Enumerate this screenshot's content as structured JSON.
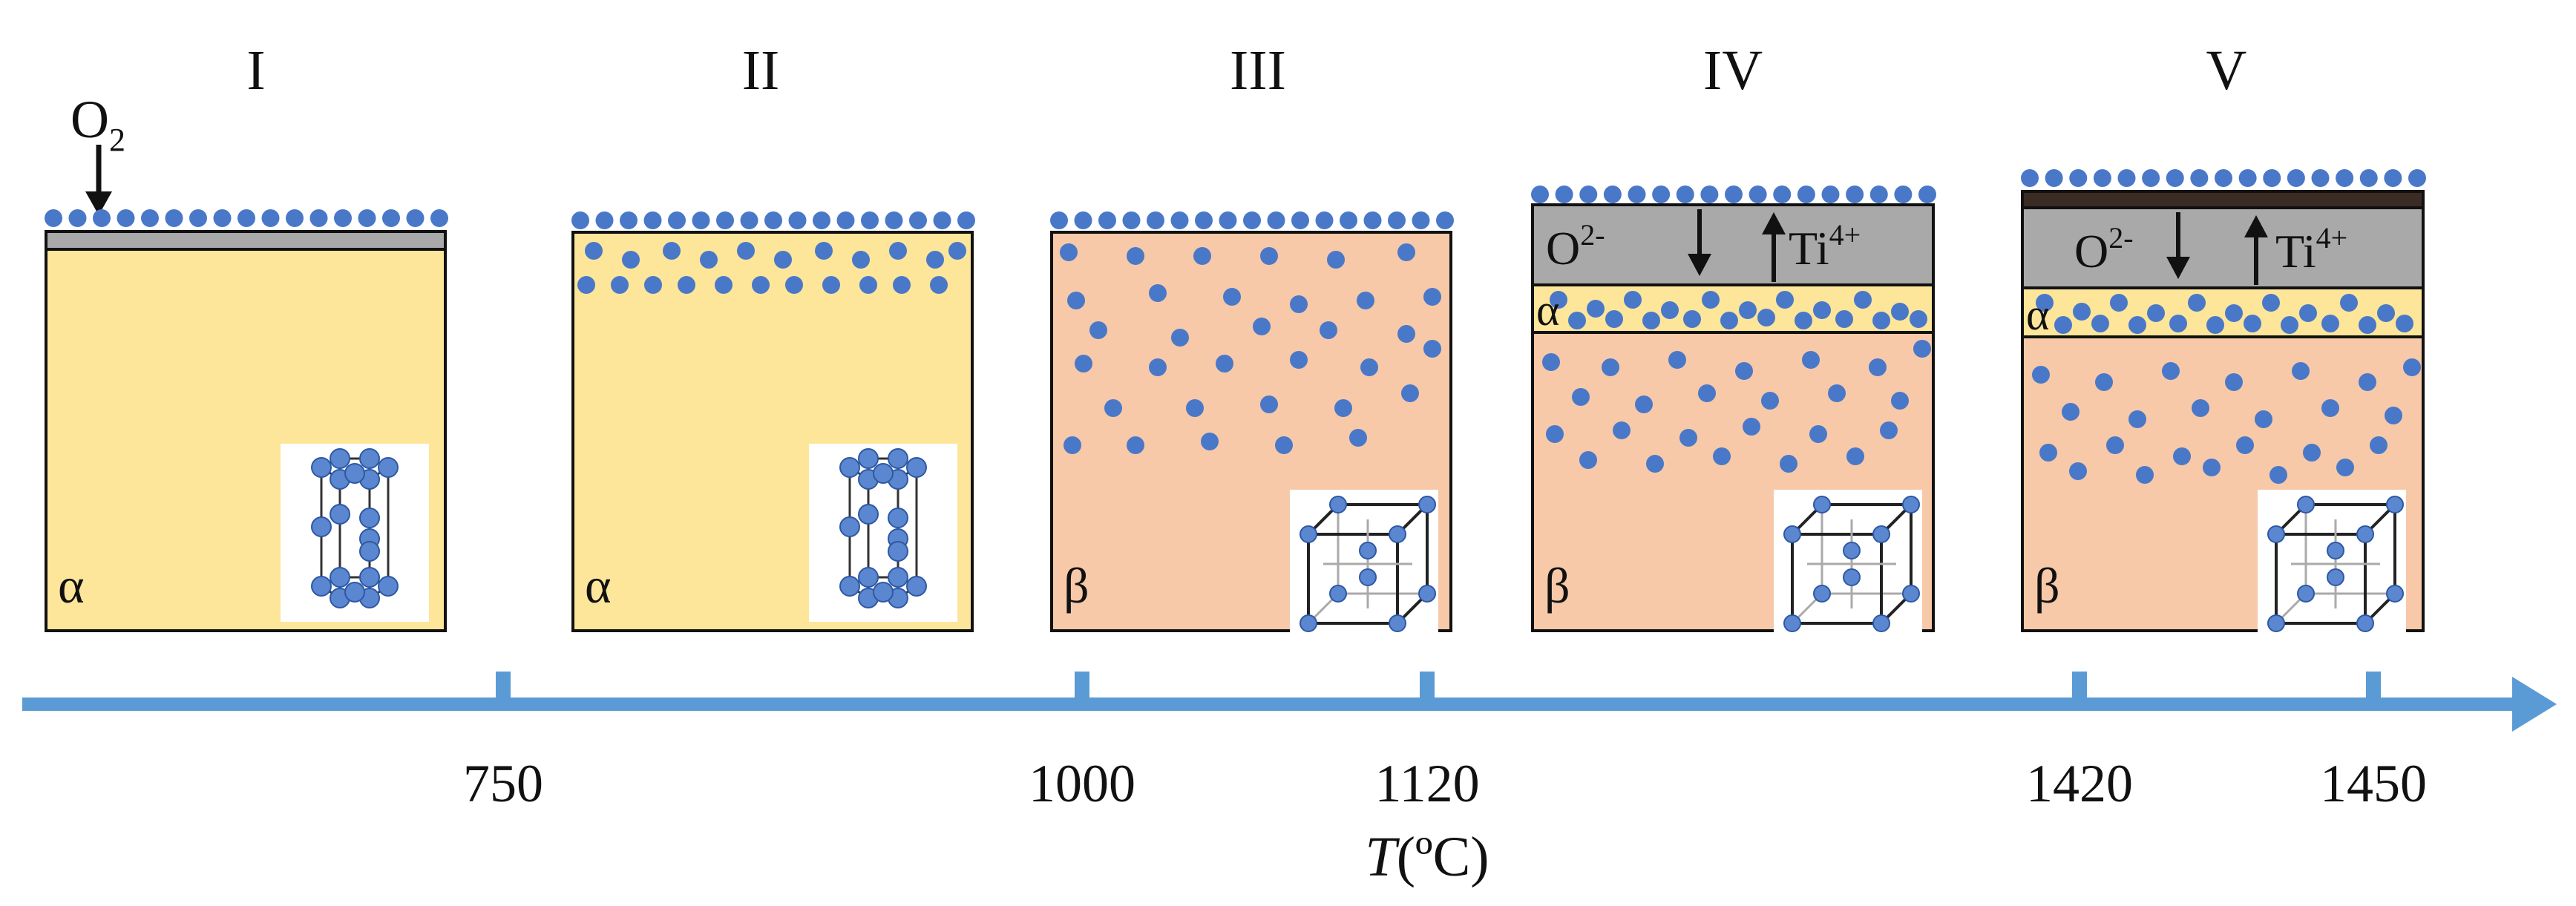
{
  "stages": [
    {
      "id": "I",
      "label": "I",
      "phase": "α",
      "crystal": "hcp",
      "oxide": "thin",
      "diffused_rows": 0,
      "interior_dots": false,
      "ions": false
    },
    {
      "id": "II",
      "label": "II",
      "phase": "α",
      "crystal": "hcp",
      "oxide": "none",
      "diffused_rows": 2,
      "interior_dots": false,
      "ions": false
    },
    {
      "id": "III",
      "label": "III",
      "phase": "β",
      "crystal": "bcc",
      "oxide": "none",
      "diffused_rows": 0,
      "interior_dots": true,
      "ions": false
    },
    {
      "id": "IV",
      "label": "IV",
      "phase": "β",
      "crystal": "bcc",
      "oxide": "thick",
      "diffused_rows": 0,
      "interior_dots": true,
      "ions": true,
      "alpha_layer": "α"
    },
    {
      "id": "V",
      "label": "V",
      "phase": "β",
      "crystal": "bcc",
      "oxide": "thick-dark",
      "diffused_rows": 0,
      "interior_dots": true,
      "ions": true,
      "alpha_layer": "α"
    }
  ],
  "oxygen_label": {
    "base": "O",
    "sub": "2"
  },
  "ions": {
    "oxygen": {
      "base": "O",
      "sup": "2-"
    },
    "titanium": {
      "base": "Ti",
      "sup": "4+"
    }
  },
  "axis": {
    "ticks": [
      "750",
      "1000",
      "1120",
      "1420",
      "1450"
    ],
    "label_italic": "T",
    "label_rest": "(ºC)"
  },
  "colors": {
    "alpha": "#fde59a",
    "beta": "#f7c9a8",
    "oxide": "#a9a9a9",
    "oxide_dark": "#3a2b24",
    "dot": "#4a78c8",
    "axis": "#5b9bd5",
    "border": "#111111"
  }
}
